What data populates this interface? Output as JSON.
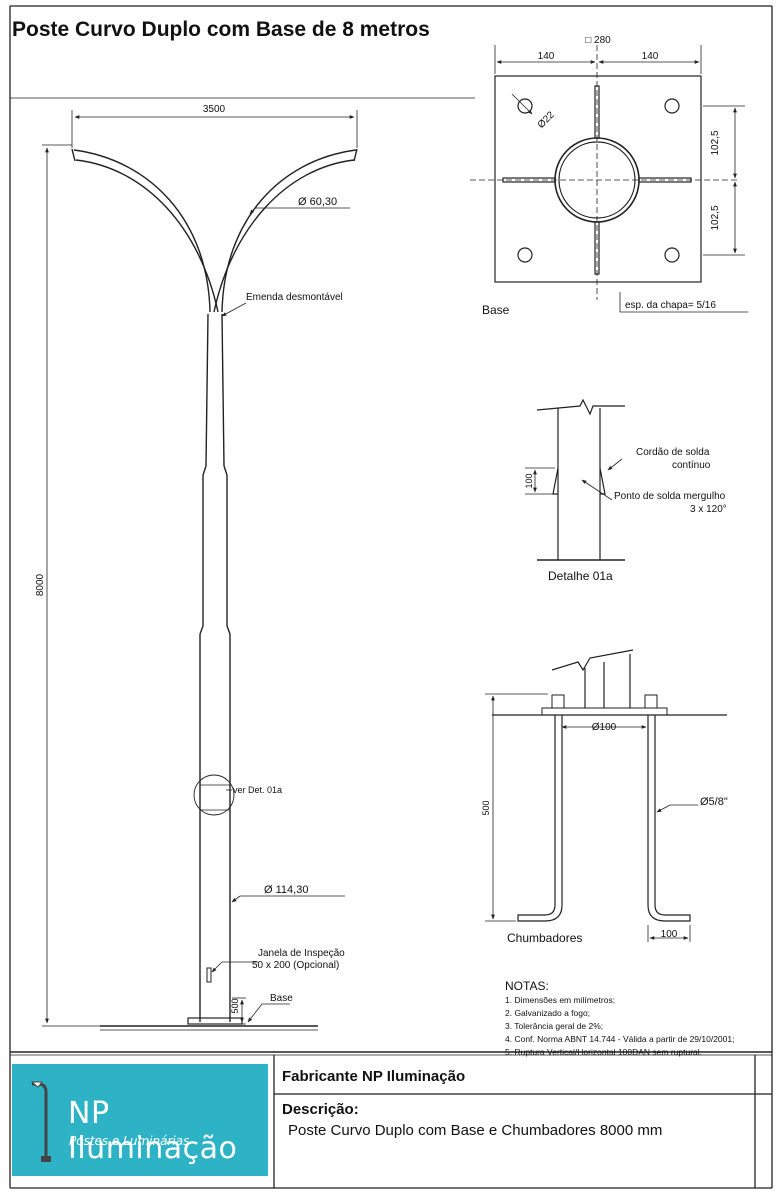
{
  "title": "Poste Curvo Duplo com Base de 8 metros",
  "pole": {
    "width_dim": "3500",
    "height_dim": "8000",
    "arm_diameter": "Ø 60,30",
    "joint_label": "Emenda desmontável",
    "detail_ref": "ver Det. 01a",
    "base_diameter": "Ø 114,30",
    "window_label_1": "Janela de Inspeção",
    "window_label_2": "50 x 200  (Opcional)",
    "base_height_dim": "500",
    "base_label": "Base"
  },
  "base_plate": {
    "total_dim": "□ 280",
    "half_left": "140",
    "half_right": "140",
    "hole_diameter": "Ø22",
    "upper_dim": "102,5",
    "lower_dim": "102,5",
    "label": "Base",
    "thickness": "esp. da chapa= 5/16"
  },
  "detail": {
    "weld_1": "Cordão de solda",
    "weld_2": "contínuo",
    "height_dim": "100",
    "spot_1": "Ponto de solda mergulho",
    "spot_2": "3 x 120°",
    "label": "Detalhe 01a"
  },
  "anchors": {
    "depth_dim": "500",
    "center_dim": "Ø100",
    "rod_diameter": "Ø5/8\"",
    "hook_dim": "100",
    "label": "Chumbadores"
  },
  "notes": {
    "heading": "NOTAS:",
    "items": [
      "1. Dimensões em milímetros;",
      "2. Galvanizado a fogo;",
      "3. Tolerância geral de 2%;",
      "4. Conf. Norma ABNT 14.744 - Válida a partir de 29/10/2001;",
      "5. Ruptura Vertical/Horizontal 100DAN sem ruptural."
    ]
  },
  "title_block": {
    "logo_main": "NP Iluminação",
    "logo_sub": "Postes e Luminárias",
    "maker": "Fabricante NP Iluminação",
    "desc_label": "Descrição:",
    "desc_text": "Poste Curvo Duplo com Base e Chumbadores  8000 mm"
  },
  "colors": {
    "logo_bg": "#2eb3c6",
    "line": "#222222"
  }
}
